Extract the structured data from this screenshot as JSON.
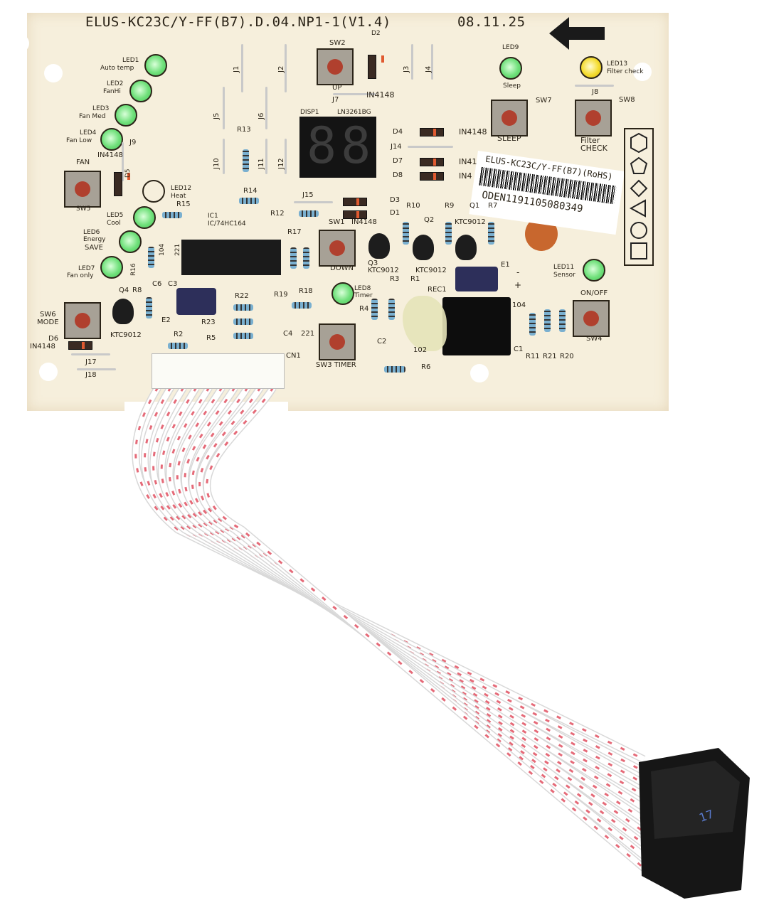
{
  "board": {
    "part_number": "ELUS-KC23C/Y-FF(B7).D.04.NP1-1(V1.4)",
    "date": "08.11.25",
    "direction_icon": "arrow-left-icon",
    "colors": {
      "board": "#f6efdc",
      "led_green": "#6fe07a",
      "led_yellow": "#f4dc30",
      "button_cap": "#b0402e",
      "cable_stripe": "#e56a78"
    }
  },
  "sticker": {
    "model": "ELUS-KC23C/Y-FF(B7)(RoHS)",
    "serial": "ODEN1191105080349"
  },
  "display": {
    "ref": "DISP1",
    "part": "LN3261BG",
    "digits": "88"
  },
  "connector_mark": "17",
  "labels": [
    "LED1",
    "Auto temp",
    "LED2",
    "FanHi",
    "LED3",
    "Fan Med",
    "LED4",
    "Fan Low",
    "IN4148",
    "J9",
    "FAN",
    "SW5",
    "D5",
    "LED12",
    "Heat",
    "R15",
    "LED5",
    "Cool",
    "LED6",
    "Energy",
    "SAVE",
    "LED7",
    "Fan only",
    "R16",
    "104",
    "221",
    "IC1",
    "IC/74HC164",
    "R17",
    "R18",
    "R19",
    "C6",
    "C3",
    "Q4",
    "R8",
    "E2",
    "R22",
    "R23",
    "R5",
    "R2",
    "C4",
    "221",
    "SW6",
    "MODE",
    "D6",
    "IN4148",
    "KTC9012",
    "J17",
    "J18",
    "CN1",
    "SW3  TIMER",
    "LED8",
    "Timer",
    "R4",
    "R3",
    "R1",
    "REC1",
    "C2",
    "102",
    "R6",
    "SW1",
    "IN4148",
    "DOWN",
    "Q3",
    "KTC9012",
    "Q2",
    "KTC9012",
    "R10",
    "R9",
    "Q1",
    "KTC9012",
    "R7",
    "E1",
    "-",
    "+",
    "LED11",
    "Sensor",
    "ON/OFF",
    "SW4",
    "104",
    "C1",
    "R11",
    "R21",
    "R20",
    "D3",
    "D1",
    "R12",
    "J15",
    "R14",
    "R13",
    "J10",
    "J11",
    "J12",
    "J5",
    "J6",
    "J1",
    "J2",
    "J3",
    "J4",
    "SW2",
    "UP",
    "D2",
    "IN4148",
    "J7",
    "D4",
    "IN4148",
    "J14",
    "D7",
    "IN41",
    "D8",
    "IN4",
    "LED9",
    "Sleep",
    "SW7",
    "SLEEP",
    "LED13",
    "Filter check",
    "J8",
    "SW8",
    "Filter",
    "CHECK"
  ]
}
